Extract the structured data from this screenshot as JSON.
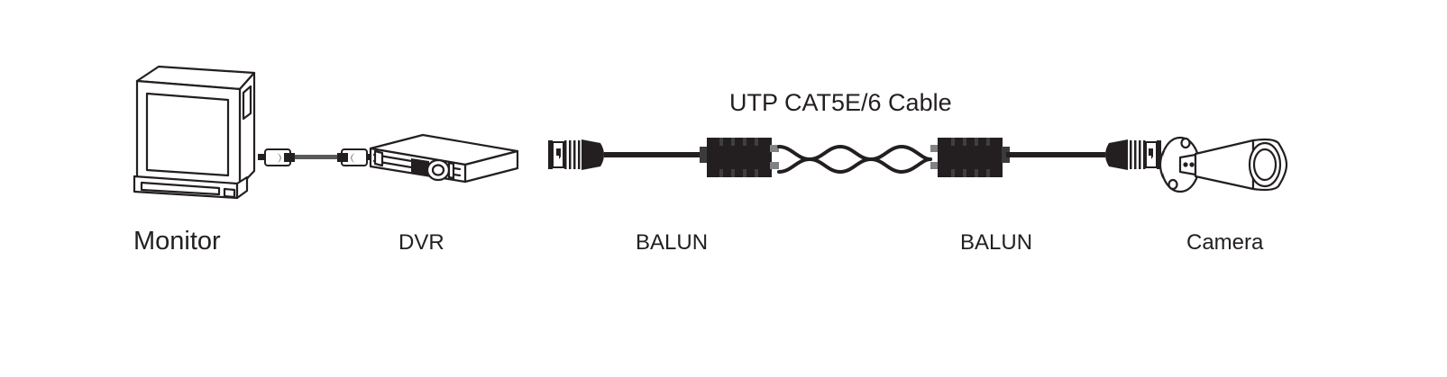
{
  "diagram": {
    "type": "cctv-balun-connection-diagram",
    "background_color": "#ffffff",
    "line_color": "#231f20",
    "label_color": "#231f20",
    "cable_title": "UTP CAT5E/6 Cable",
    "nodes": [
      {
        "id": "monitor",
        "label": "Monitor",
        "icon": "crt-monitor-icon"
      },
      {
        "id": "dvr",
        "label": "DVR",
        "icon": "dvr-icon"
      },
      {
        "id": "balun-left",
        "label": "BALUN",
        "icon": "balun-icon"
      },
      {
        "id": "balun-right",
        "label": "BALUN",
        "icon": "balun-icon"
      },
      {
        "id": "camera",
        "label": "Camera",
        "icon": "bullet-camera-icon"
      }
    ],
    "links": [
      {
        "id": "coax",
        "from": "monitor",
        "to": "dvr",
        "type": "bnc-coax-cable"
      },
      {
        "id": "bnc-left",
        "from": "dvr",
        "to": "balun-left",
        "type": "bnc-patch-cable"
      },
      {
        "id": "utp",
        "from": "balun-left",
        "to": "balun-right",
        "type": "twisted-pair"
      },
      {
        "id": "bnc-right",
        "from": "balun-right",
        "to": "camera",
        "type": "bnc-patch-cable"
      }
    ]
  }
}
